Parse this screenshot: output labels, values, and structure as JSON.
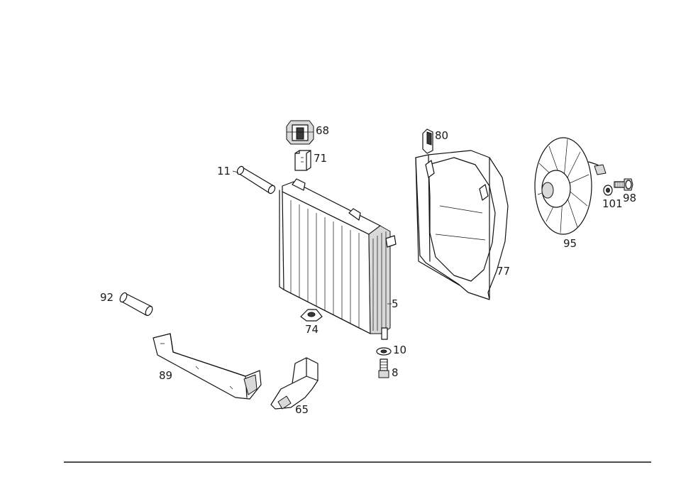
{
  "callouts": {
    "c68": "68",
    "c71": "71",
    "c80": "80",
    "c11": "11",
    "c101": "101",
    "c98": "98",
    "c95": "95",
    "c77": "77",
    "c92": "92",
    "c5": "5",
    "c74": "74",
    "c10": "10",
    "c8": "8",
    "c89": "89",
    "c65": "65"
  }
}
